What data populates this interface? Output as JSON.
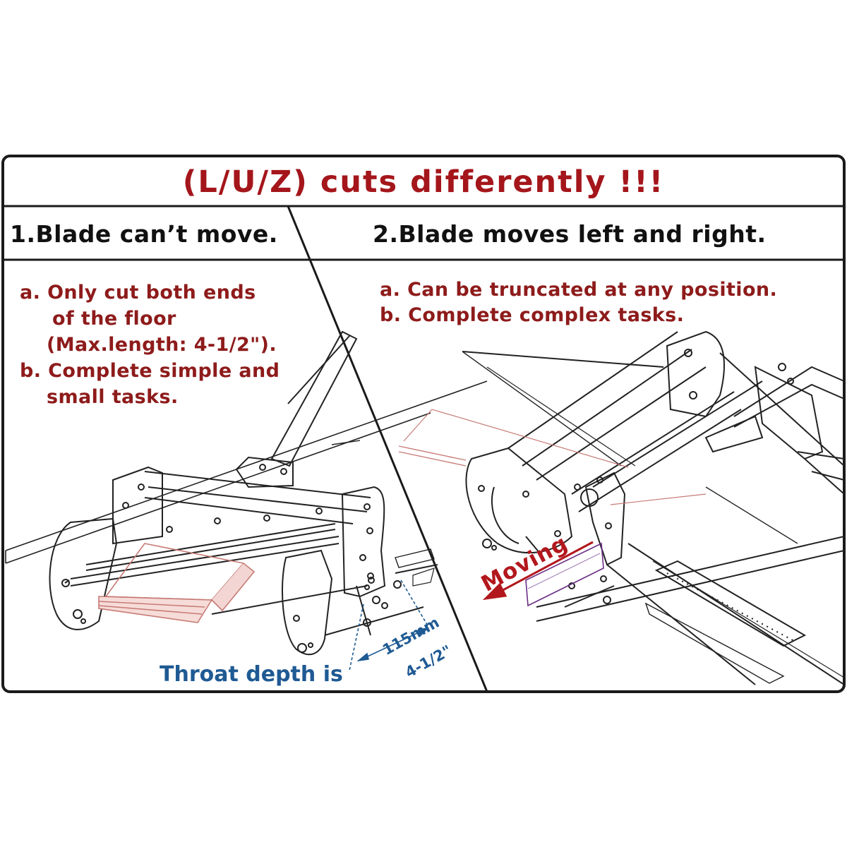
{
  "title": "(L/U/Z) cuts differently !!!",
  "left": {
    "heading": "1.Blade can’t move.",
    "notes": [
      "a. Only cut both ends",
      "of the floor",
      "(Max.length: 4-1/2\").",
      "b. Complete simple and",
      "small tasks."
    ],
    "throat_label": "Throat depth is",
    "dimension_mm": "115mm",
    "dimension_in": "4-1/2\""
  },
  "right": {
    "heading": "2.Blade moves left and right.",
    "notes": [
      "a. Can be truncated at any position.",
      "b. Complete complex tasks."
    ],
    "moving_label": "Moving"
  },
  "colors": {
    "title": "#a4161b",
    "notes": "#8e1b1b",
    "dimension": "#1f5a93",
    "line": "#1a1a1a"
  }
}
